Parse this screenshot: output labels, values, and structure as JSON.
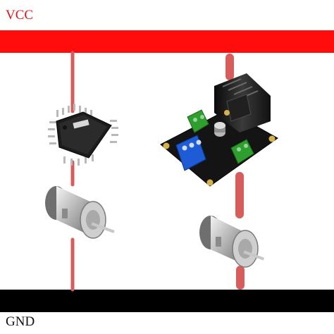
{
  "rails": {
    "vcc": {
      "label": "VCC",
      "color": "#ff0d0d"
    },
    "gnd": {
      "label": "GND",
      "color": "#000000"
    }
  },
  "wire_color": "#d95c5c",
  "components": [
    {
      "id": "microcontroller",
      "icon": "microcontroller-chip-icon"
    },
    {
      "id": "motor-left",
      "icon": "dc-motor-icon"
    },
    {
      "id": "motor-driver",
      "icon": "motor-driver-board-icon"
    },
    {
      "id": "motor-right",
      "icon": "dc-motor-icon"
    }
  ]
}
